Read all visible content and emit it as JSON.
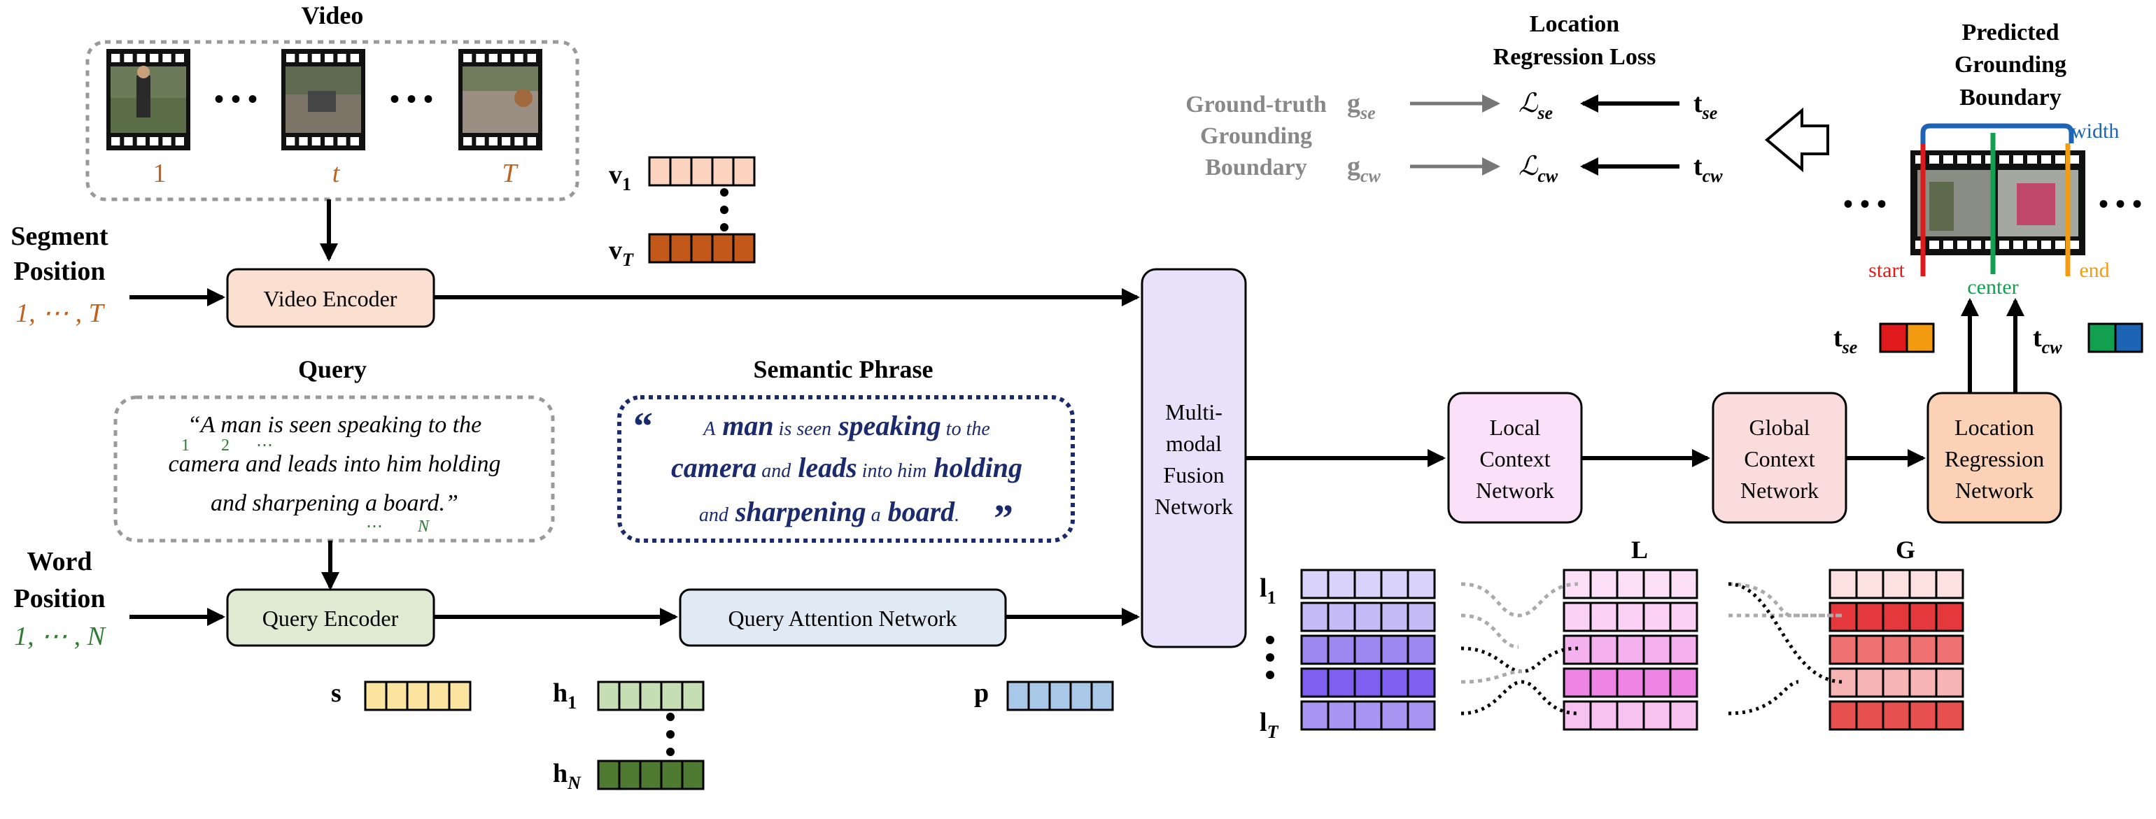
{
  "colors": {
    "video_orange": "#c0621e",
    "green_text": "#2e7d32",
    "gray_text": "#888888",
    "dark_navy": "#1a2a6c",
    "loss_blue": "#1e64b4",
    "start_red": "#e01a1a",
    "center_green": "#12a050",
    "end_orange": "#f39c12",
    "width_blue": "#1e64b4"
  },
  "video": {
    "title": "Video",
    "frames": [
      "1",
      "t",
      "T"
    ],
    "dots": "• • •"
  },
  "segment_position": {
    "label_line1": "Segment",
    "label_line2": "Position",
    "range": "1, ⋯ , T"
  },
  "video_encoder": {
    "label": "Video Encoder"
  },
  "video_features": {
    "first": "v",
    "first_sub": "1",
    "last": "v",
    "last_sub": "T"
  },
  "query": {
    "title": "Query",
    "lines": [
      "“A man is seen speaking to the",
      "camera and leads into him holding",
      "and sharpening a board.”"
    ],
    "index_marks": [
      "1",
      "2",
      "⋯",
      "⋯",
      "N"
    ]
  },
  "word_position": {
    "label_line1": "Word",
    "label_line2": "Position",
    "range": "1, ⋯ , N"
  },
  "query_encoder": {
    "label": "Query Encoder"
  },
  "query_attention": {
    "label": "Query Attention Network"
  },
  "semantic_phrase": {
    "title": "Semantic Phrase",
    "open_quote": "“",
    "close_quote": "”",
    "line1": [
      {
        "t": "A",
        "e": false
      },
      {
        "t": "man",
        "e": true
      },
      {
        "t": "is seen",
        "e": false
      },
      {
        "t": "speaking",
        "e": true
      },
      {
        "t": "to the",
        "e": false
      }
    ],
    "line2": [
      {
        "t": "camera",
        "e": true
      },
      {
        "t": "and",
        "e": false
      },
      {
        "t": "leads",
        "e": true
      },
      {
        "t": "into him",
        "e": false
      },
      {
        "t": "holding",
        "e": true
      }
    ],
    "line3": [
      {
        "t": "and",
        "e": false
      },
      {
        "t": "sharpening",
        "e": true
      },
      {
        "t": "a",
        "e": false
      },
      {
        "t": "board",
        "e": true
      },
      {
        "t": ".",
        "e": false
      }
    ]
  },
  "fusion": {
    "lines": [
      "Multi-",
      "modal",
      "Fusion",
      "Network"
    ]
  },
  "local_context": {
    "lines": [
      "Local",
      "Context",
      "Network"
    ]
  },
  "global_context": {
    "lines": [
      "Global",
      "Context",
      "Network"
    ]
  },
  "location_regression": {
    "lines": [
      "Location",
      "Regression",
      "Network"
    ]
  },
  "feature_labels": {
    "s": "s",
    "h1": "h",
    "h1_sub": "1",
    "hN": "h",
    "hN_sub": "N",
    "p": "p",
    "l1": "l",
    "l1_sub": "1",
    "lT": "l",
    "lT_sub": "T",
    "L": "L",
    "G": "G"
  },
  "loss": {
    "title_line1": "Location",
    "title_line2": "Regression Loss",
    "gt_line1": "Ground-truth",
    "gt_line2": "Grounding",
    "gt_line3": "Boundary",
    "g_se": "g",
    "g_se_sub": "se",
    "g_cw": "g",
    "g_cw_sub": "cw",
    "L_se": "ℒ",
    "L_se_sub": "se",
    "L_cw": "ℒ",
    "L_cw_sub": "cw",
    "t_se": "t",
    "t_se_sub": "se",
    "t_cw": "t",
    "t_cw_sub": "cw"
  },
  "predicted": {
    "title_line1": "Predicted",
    "title_line2": "Grounding",
    "title_line3": "Boundary",
    "width": "width",
    "start": "start",
    "center": "center",
    "end": "end",
    "dots": "• • •"
  },
  "outputs": {
    "t_se": "t",
    "t_se_sub": "se",
    "t_cw": "t",
    "t_cw_sub": "cw"
  }
}
